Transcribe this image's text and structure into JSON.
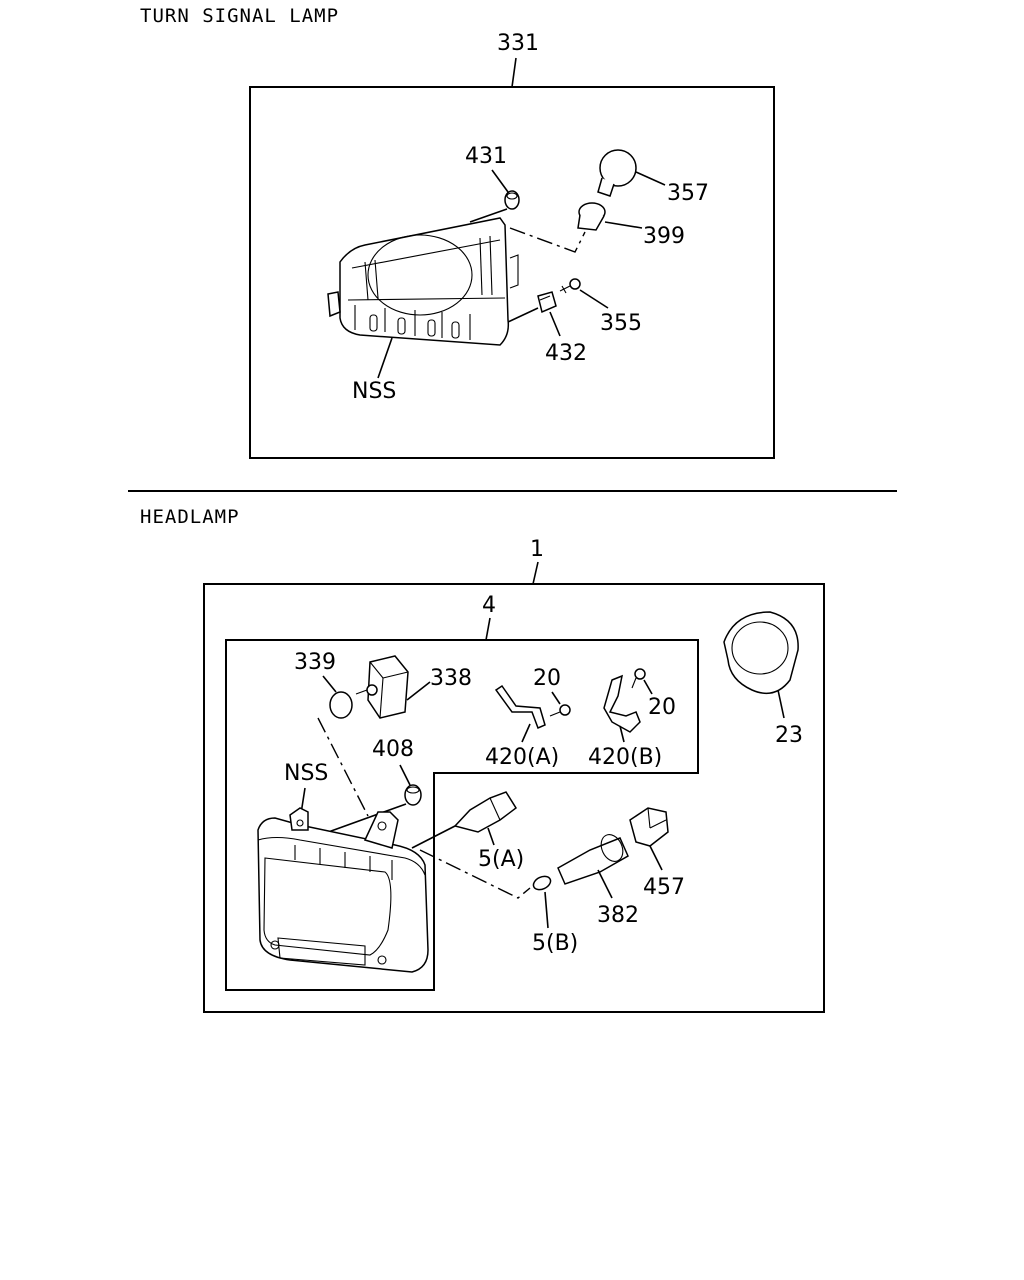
{
  "sections": {
    "turn_signal": {
      "title": "TURN SIGNAL LAMP",
      "assembly": "331",
      "callouts": {
        "p431": "431",
        "p357": "357",
        "p399": "399",
        "p355": "355",
        "p432": "432",
        "nss": "NSS"
      }
    },
    "headlamp": {
      "title": "HEADLAMP",
      "assembly": "1",
      "subassembly": "4",
      "callouts": {
        "p339": "339",
        "p338": "338",
        "p20a": "20",
        "p20b": "20",
        "p420a": "420(A)",
        "p420b": "420(B)",
        "p23": "23",
        "nss": "NSS",
        "p408": "408",
        "p5a": "5(A)",
        "p5b": "5(B)",
        "p382": "382",
        "p457": "457"
      }
    }
  }
}
